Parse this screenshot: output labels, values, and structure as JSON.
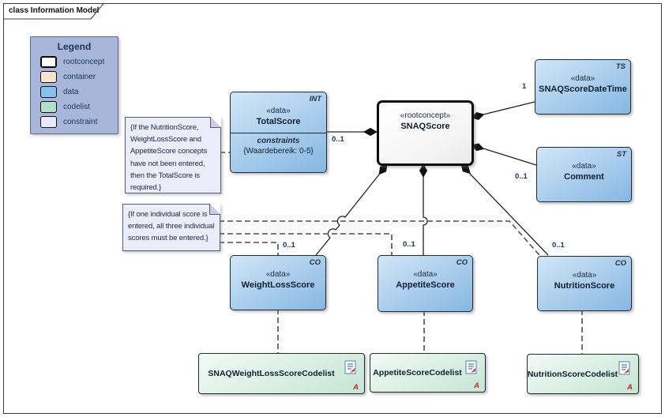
{
  "frame": {
    "title": "class Information Model"
  },
  "legend": {
    "title": "Legend",
    "items": [
      {
        "label": "rootconcept",
        "color": "#ffffff"
      },
      {
        "label": "container",
        "color": "#f7e4d0"
      },
      {
        "label": "data",
        "color": "#85c2f0"
      },
      {
        "label": "codelist",
        "color": "#b5e0c8"
      },
      {
        "label": "constraint",
        "color": "#e9e9fa"
      }
    ]
  },
  "nodes": {
    "snaqscore": {
      "stereotype": "«rootconcept»",
      "name": "SNAQScore"
    },
    "totalscore": {
      "type_label": "INT",
      "stereotype": "«data»",
      "name": "TotalScore",
      "compartment_label": "constraints",
      "constraint": "{Waardebereik: 0-5}",
      "multiplicity": "0..1"
    },
    "snaqscoredatetime": {
      "type_label": "TS",
      "stereotype": "«data»",
      "name": "SNAQScoreDateTime",
      "multiplicity": "1"
    },
    "comment": {
      "type_label": "ST",
      "stereotype": "«data»",
      "name": "Comment",
      "multiplicity": "0..1"
    },
    "weightlossscore": {
      "type_label": "CO",
      "stereotype": "«data»",
      "name": "WeightLossScore",
      "multiplicity": "0..1"
    },
    "appetitescore": {
      "type_label": "CO",
      "stereotype": "«data»",
      "name": "AppetiteScore",
      "multiplicity": "0..1"
    },
    "nutritionscore": {
      "type_label": "CO",
      "stereotype": "«data»",
      "name": "NutritionScore",
      "multiplicity": "0..1"
    }
  },
  "codelists": [
    {
      "name": "SNAQWeightLossScoreCodelist",
      "letter": "A"
    },
    {
      "name": "AppetiteScoreCodelist",
      "letter": "A"
    },
    {
      "name": "NutritionScoreCodelist",
      "letter": "A"
    }
  ],
  "notes": [
    {
      "lines": [
        "{If the NutritionScore,",
        "WeightLossScore and",
        "AppetiteScore concepts",
        "have not been entered,",
        "then the TotalScore is",
        "required.}"
      ]
    },
    {
      "lines": [
        "{If one individual score is",
        "entered, all three individual",
        "scores must be entered.}"
      ]
    }
  ],
  "colors": {
    "data_fill": "#86b7e2",
    "rootconcept_fill": "#ffffff",
    "codelist_fill": "#c4e5d3",
    "constraint_fill": "#ebedfb",
    "legend_bg": "#a8b6d9",
    "line": "#232323",
    "accent_red": "#cc1f1f"
  }
}
